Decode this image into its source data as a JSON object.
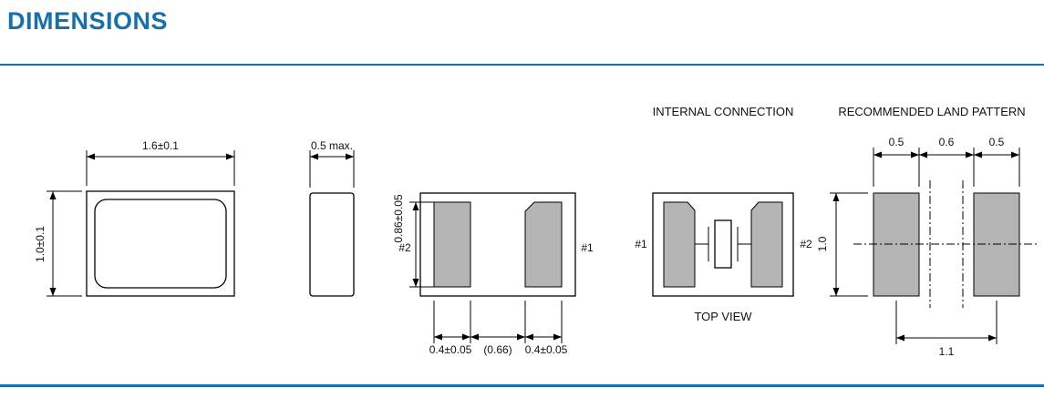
{
  "page": {
    "title": "DIMENSIONS"
  },
  "colors": {
    "accent_blue": "#1371ad",
    "pad_gray": "#b4b4b4",
    "line_black": "#000000",
    "background": "#ffffff"
  },
  "package_top_view": {
    "width_dim": "1.6±0.1",
    "height_dim": "1.0±0.1"
  },
  "side_view": {
    "thickness_dim": "0.5 max."
  },
  "bottom_view": {
    "pad_height_dim": "0.86±0.05",
    "pad2_label": "#2",
    "pad1_label": "#1",
    "left_pad_width_dim": "0.4±0.05",
    "center_gap_dim": "(0.66)",
    "right_pad_width_dim": "0.4±0.05"
  },
  "internal_connection": {
    "heading": "INTERNAL CONNECTION",
    "pin1_label": "#1",
    "pin2_label": "#2",
    "caption": "TOP VIEW"
  },
  "land_pattern": {
    "heading": "RECOMMENDED LAND PATTERN",
    "left_pad_width_dim": "0.5",
    "gap_dim": "0.6",
    "right_pad_width_dim": "0.5",
    "pad_height_dim": "1.0",
    "pad_pitch_dim": "1.1"
  }
}
